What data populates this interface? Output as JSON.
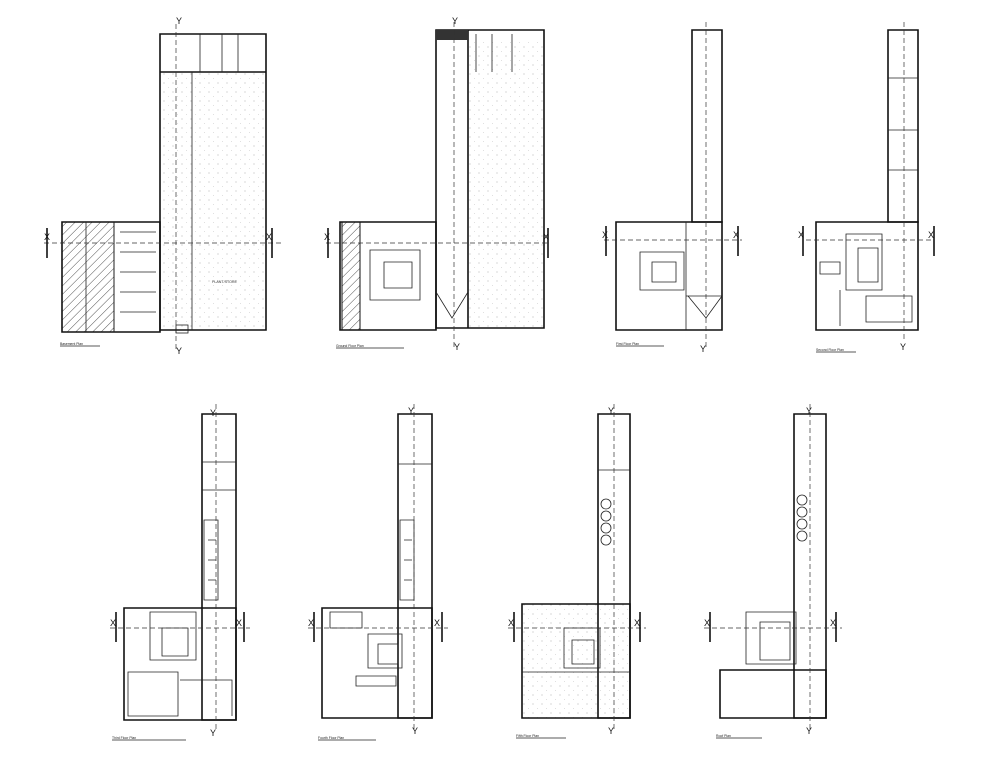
{
  "sheet": {
    "section_markers": {
      "x": "X",
      "y": "Y"
    },
    "plans": [
      {
        "id": "basement"
      },
      {
        "id": "ground"
      },
      {
        "id": "first"
      },
      {
        "id": "second"
      },
      {
        "id": "third"
      },
      {
        "id": "fourth"
      },
      {
        "id": "fifth"
      },
      {
        "id": "roof"
      }
    ]
  }
}
